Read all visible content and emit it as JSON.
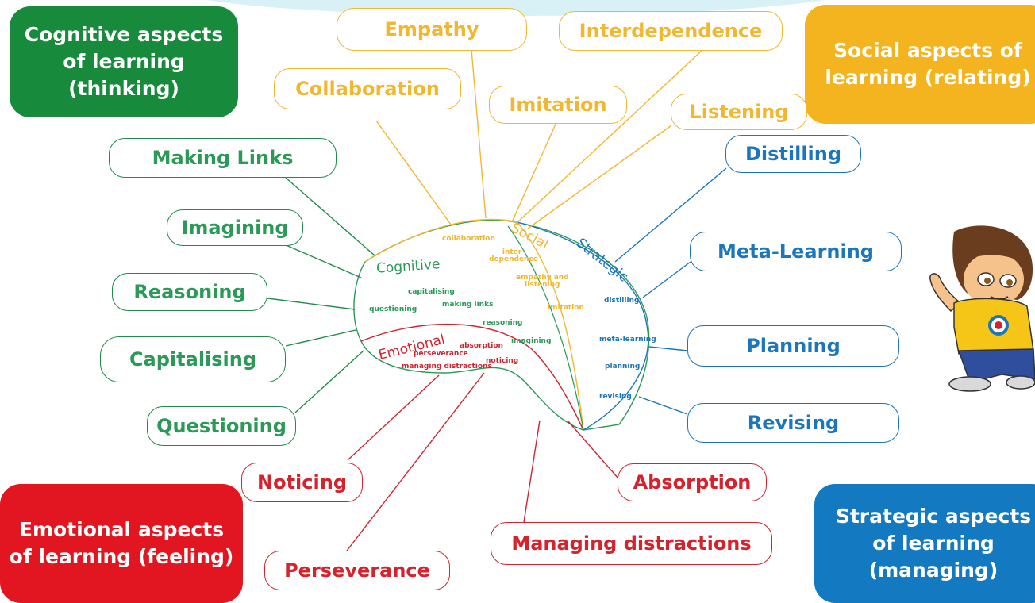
{
  "colors": {
    "cognitive": "#2a9a56",
    "social": "#f2b72e",
    "strategic": "#1c76bb",
    "emotional": "#d5222d"
  },
  "corners": {
    "cognitive": "Cognitive aspects\nof learning\n(thinking)",
    "social": "Social aspects of\nlearning (relating)",
    "emotional": "Emotional aspects\nof learning (feeling)",
    "strategic": "Strategic aspects\nof learning\n(managing)"
  },
  "cognitive": {
    "section_label": "Cognitive",
    "items": [
      "Making Links",
      "Imagining",
      "Reasoning",
      "Capitalising",
      "Questioning"
    ],
    "inner": [
      "capitalising",
      "questioning",
      "making links",
      "reasoning",
      "imagining"
    ]
  },
  "social": {
    "section_label": "Social",
    "items": [
      "Empathy",
      "Interdependence",
      "Collaboration",
      "Imitation",
      "Listening"
    ],
    "inner": [
      "collaboration",
      "inter-\ndependence",
      "empathy and\nlistening",
      "imitation"
    ]
  },
  "strategic": {
    "section_label": "Strategic",
    "items": [
      "Distilling",
      "Meta-Learning",
      "Planning",
      "Revising"
    ],
    "inner": [
      "distilling",
      "meta-learning",
      "planning",
      "revising"
    ]
  },
  "emotional": {
    "section_label": "Emotional",
    "items": [
      "Noticing",
      "Absorption",
      "Managing distractions",
      "Perseverance"
    ],
    "inner": [
      "perseverance",
      "absorption",
      "managing distractions",
      "noticing"
    ]
  },
  "icons": {
    "character": "boy-pointing-character",
    "target": "target-icon"
  }
}
